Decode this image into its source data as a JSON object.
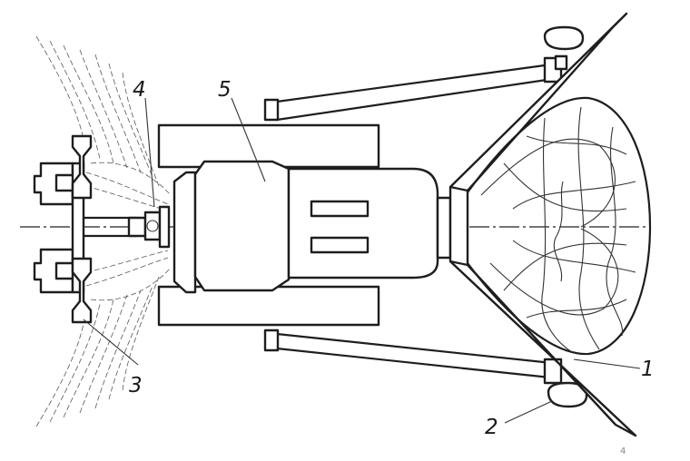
{
  "figure": {
    "callouts": [
      {
        "id": "1",
        "label": "1"
      },
      {
        "id": "2",
        "label": "2"
      },
      {
        "id": "3",
        "label": "3"
      },
      {
        "id": "4",
        "label": "4"
      },
      {
        "id": "5",
        "label": "5"
      }
    ],
    "page_mark": "4"
  }
}
